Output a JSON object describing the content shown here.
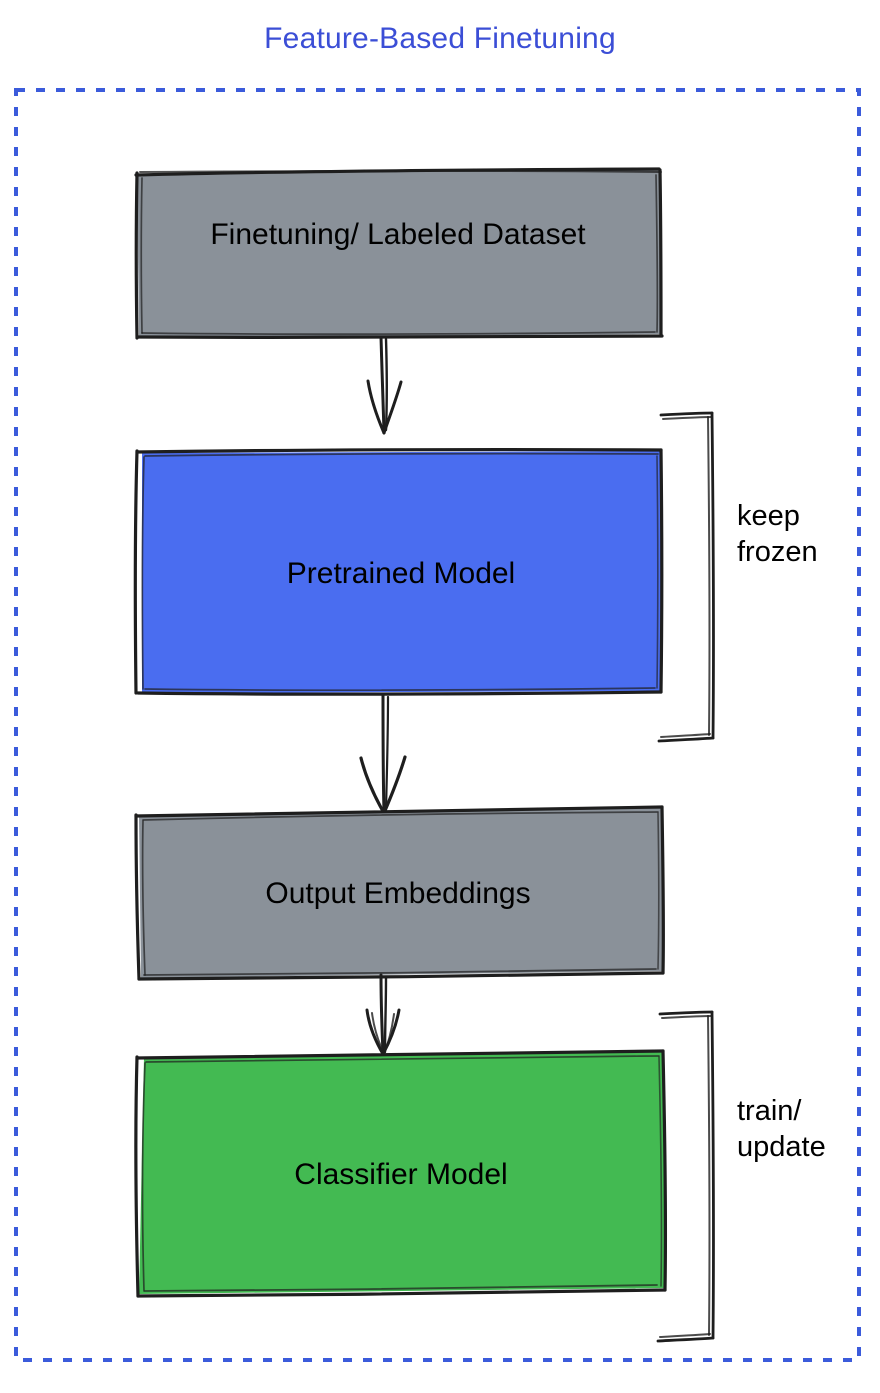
{
  "diagram": {
    "title": "Feature-Based Finetuning",
    "title_color": "#3b4ed6",
    "border_color": "#3b5bdb",
    "background": "#ffffff",
    "type": "flowchart",
    "style": "hand-drawn"
  },
  "nodes": [
    {
      "id": "finetuning-dataset",
      "label": "Finetuning/ Labeled Dataset",
      "fill": "#8a9199",
      "stroke": "#1e1e1e",
      "order": 1
    },
    {
      "id": "pretrained-model",
      "label": "Pretrained Model",
      "fill": "#4a6df0",
      "stroke": "#1e1e1e",
      "order": 2
    },
    {
      "id": "output-embeddings",
      "label": "Output Embeddings",
      "fill": "#8a9199",
      "stroke": "#1e1e1e",
      "order": 3
    },
    {
      "id": "classifier-model",
      "label": "Classifier Model",
      "fill": "#43ba52",
      "stroke": "#1e1e1e",
      "order": 4
    }
  ],
  "edges": [
    {
      "id": "edge-dataset-to-pretrained",
      "from": "finetuning-dataset",
      "to": "pretrained-model",
      "label": ""
    },
    {
      "id": "edge-pretrained-to-output",
      "from": "pretrained-model",
      "to": "output-embeddings",
      "label": ""
    },
    {
      "id": "edge-output-to-classifier",
      "from": "output-embeddings",
      "to": "classifier-model",
      "label": ""
    }
  ],
  "annotations": [
    {
      "id": "keep-frozen",
      "label": "keep\nfrozen",
      "line1": "keep",
      "line2": "frozen",
      "targets": [
        "pretrained-model"
      ]
    },
    {
      "id": "train-update",
      "label": "train/\nupdate",
      "line1": "train/",
      "line2": "update",
      "targets": [
        "classifier-model"
      ]
    }
  ],
  "labels": {
    "dataset": "Finetuning/ Labeled Dataset",
    "pretrained": "Pretrained Model",
    "output": "Output Embeddings",
    "classifier": "Classifier Model",
    "keep_frozen": "keep\nfrozen",
    "train_update": "train/\nupdate"
  }
}
